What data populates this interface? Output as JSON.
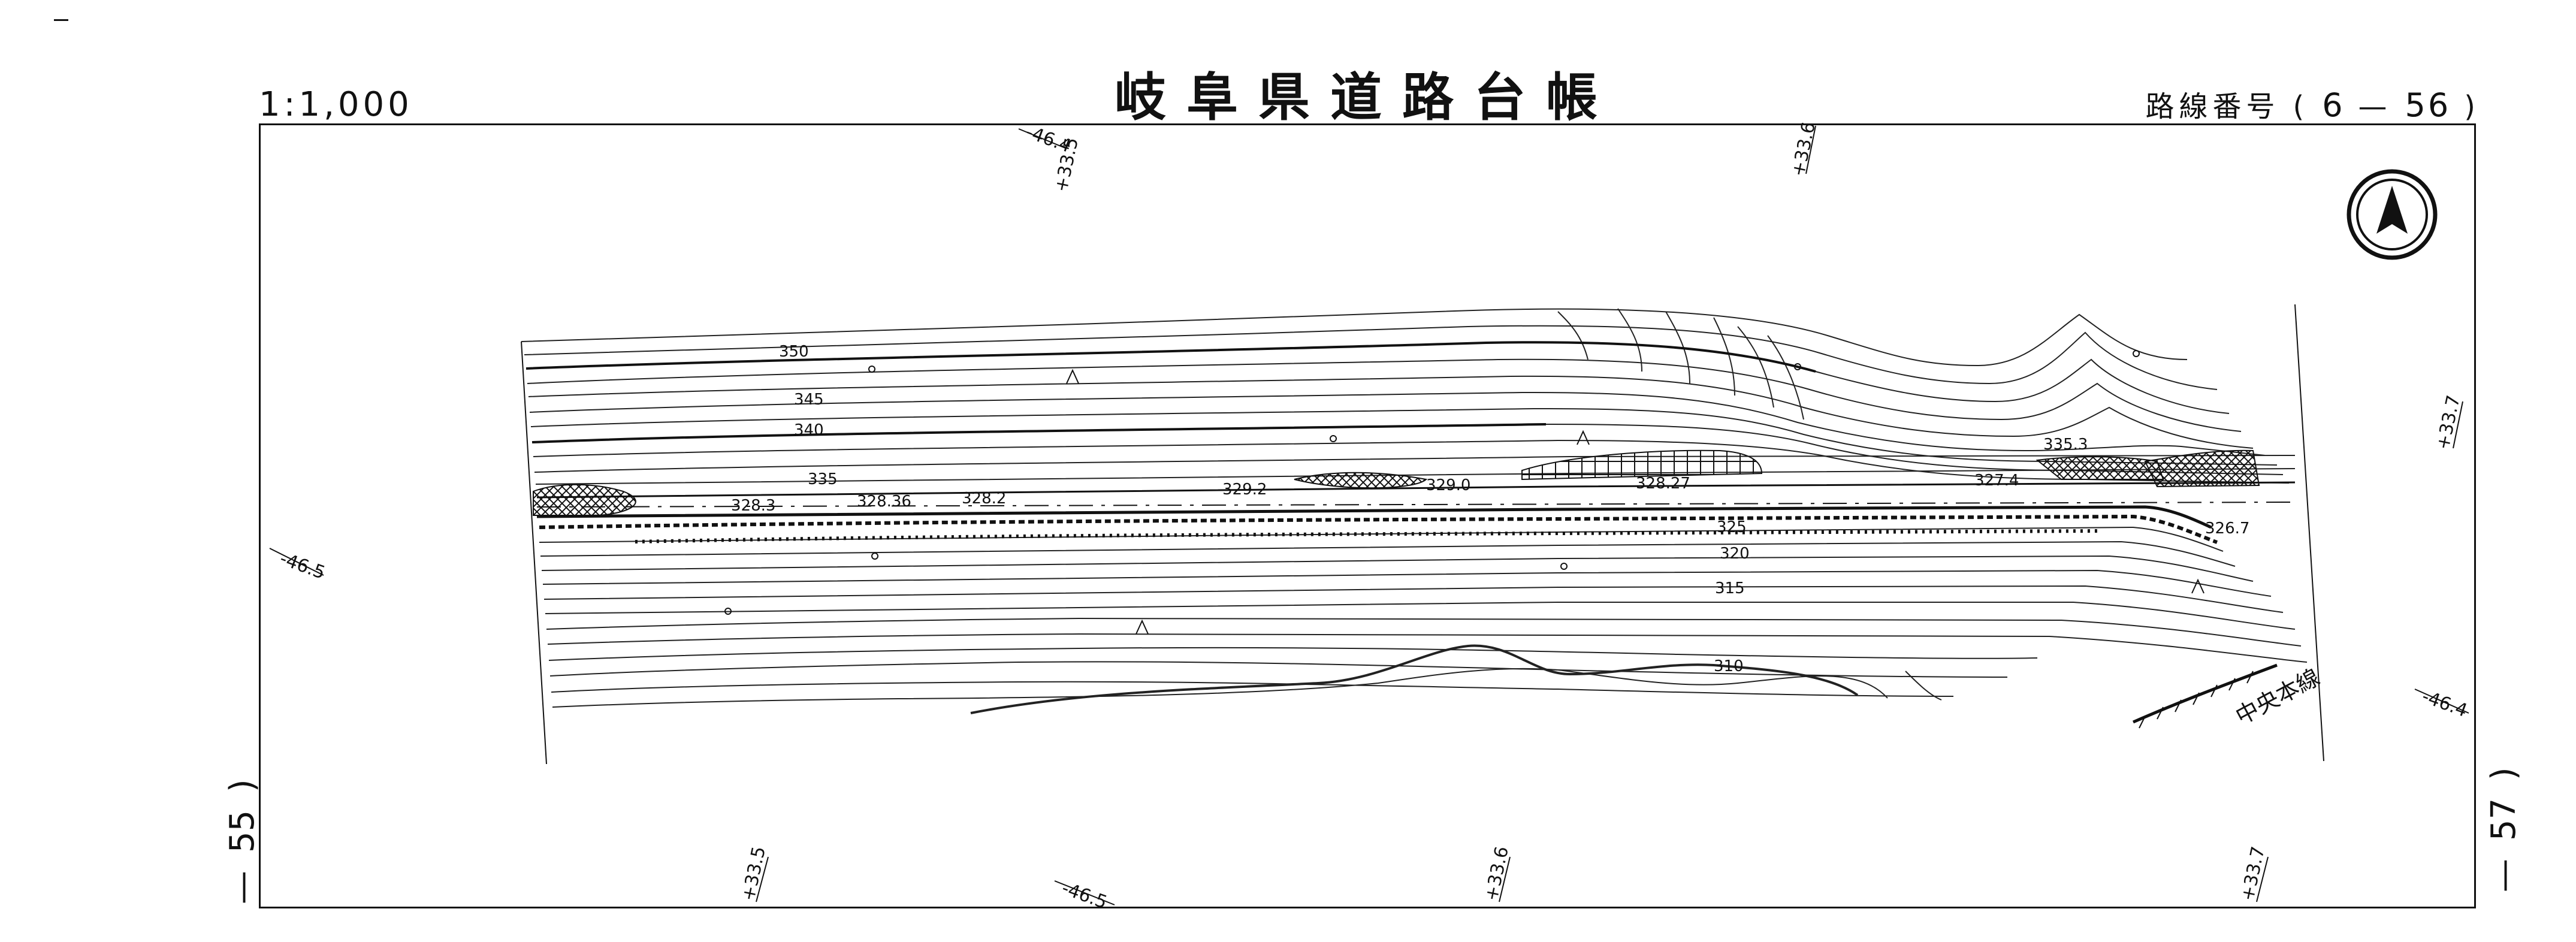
{
  "header": {
    "scale": "1:1,000",
    "title": "岐阜県道路台帳",
    "route_label": "路線番号",
    "route_open": "(",
    "route_a": "6",
    "route_sep": "—",
    "route_b": "56",
    "route_close": ")"
  },
  "side_marks": {
    "left": {
      "dash": "—",
      "value": "55",
      "paren": ")"
    },
    "right": {
      "dash": "—",
      "value": "57",
      "paren": ")"
    }
  },
  "grid_labels": {
    "top_left": "+33.5",
    "top_left_b": "-46.4",
    "top_mid": "+33.6",
    "left": "-46.5",
    "right_top": "+33.7",
    "right_mid": "-46.4",
    "bottom_1": "+33.5",
    "bottom_2": "-46.5",
    "bottom_3": "+33.6",
    "bottom_4": "+33.7"
  },
  "contours": [
    "350",
    "345",
    "340",
    "335",
    "335.3",
    "325",
    "320",
    "315",
    "310"
  ],
  "elevations": [
    "328.3",
    "328.36",
    "328.2",
    "329.2",
    "329.0",
    "328.27",
    "327.4",
    "326.7"
  ],
  "features": {
    "line_name": "中央本線",
    "north_symbol": "north-arrow"
  },
  "colors": {
    "ink": "#111111",
    "paper": "#ffffff"
  }
}
